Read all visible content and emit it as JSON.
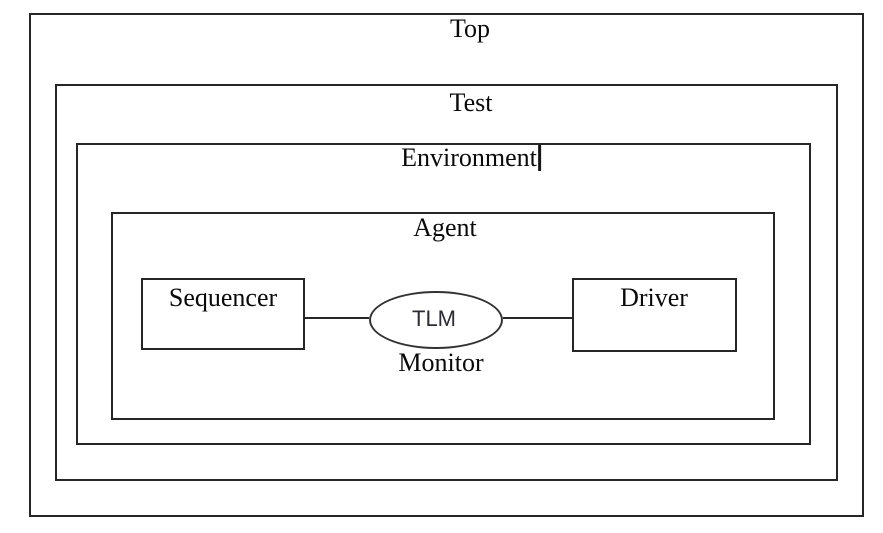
{
  "diagram": {
    "title_hierarchy": [
      "Top",
      "Test",
      "Environment",
      "Agent"
    ],
    "top": {
      "label": "Top"
    },
    "test": {
      "label": "Test"
    },
    "environment": {
      "label": "Environment",
      "caret_visible": true
    },
    "agent": {
      "label": "Agent"
    },
    "sequencer": {
      "label": "Sequencer"
    },
    "driver": {
      "label": "Driver"
    },
    "tlm_port": {
      "label": "TLM"
    },
    "monitor": {
      "label": "Monitor"
    },
    "connections": [
      {
        "from": "Sequencer",
        "to": "TLM"
      },
      {
        "from": "TLM",
        "to": "Driver"
      }
    ]
  },
  "colors": {
    "background": "#ffffff",
    "border": "#262626",
    "text": "#0a0a0a",
    "tlm_text": "#2c2c34"
  }
}
